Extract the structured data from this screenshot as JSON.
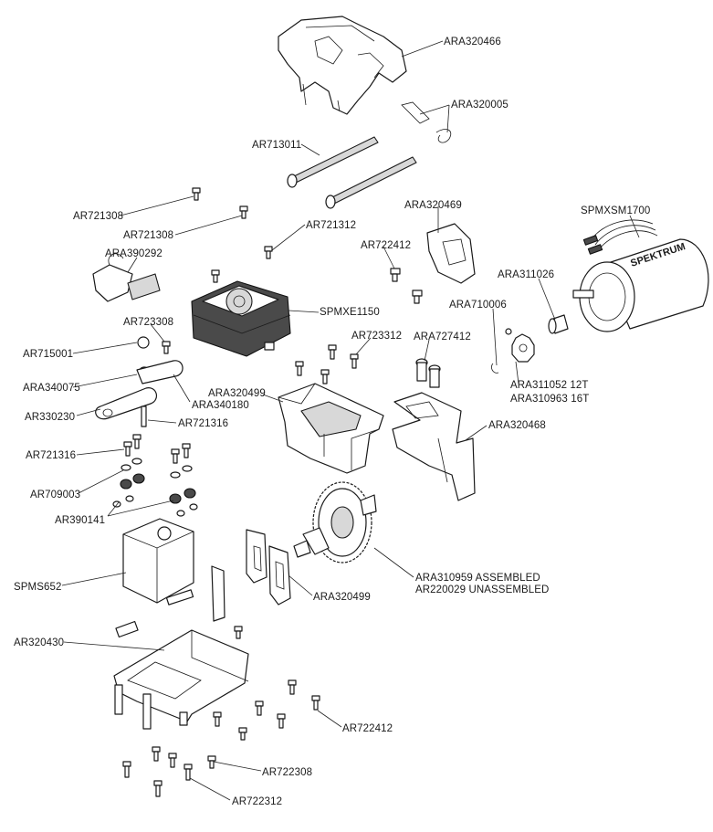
{
  "labels": {
    "ara320466": "ARA320466",
    "ara320005": "ARA320005",
    "ar713011": "AR713011",
    "ar721308_a": "AR721308",
    "ar721308_b": "AR721308",
    "ar721312": "AR721312",
    "ara320469": "ARA320469",
    "spmxsm1700": "SPMXSM1700",
    "ara390292": "ARA390292",
    "ar722412_a": "AR722412",
    "ara311026": "ARA311026",
    "spmxe1150": "SPMXE1150",
    "ara710006": "ARA710006",
    "ar723308": "AR723308",
    "ar723312": "AR723312",
    "ara727412": "ARA727412",
    "ar715001": "AR715001",
    "ara311052": "ARA311052 12T",
    "ara310963": "ARA310963 16T",
    "ara340075": "ARA340075",
    "ara340180": "ARA340180",
    "ara320499_a": "ARA320499",
    "ar330230": "AR330230",
    "ar721316_a": "AR721316",
    "ara320468": "ARA320468",
    "ar721316_b": "AR721316",
    "ar709003": "AR709003",
    "ar390141": "AR390141",
    "spms652": "SPMS652",
    "ara310959": "ARA310959 ASSEMBLED",
    "ar220029": "AR220029 UNASSEMBLED",
    "ara320499_b": "ARA320499",
    "ar320430": "AR320430",
    "ar722412_b": "AR722412",
    "ar722308": "AR722308",
    "ar722312": "AR722312"
  },
  "motor_brand": "SPEKTRUM"
}
